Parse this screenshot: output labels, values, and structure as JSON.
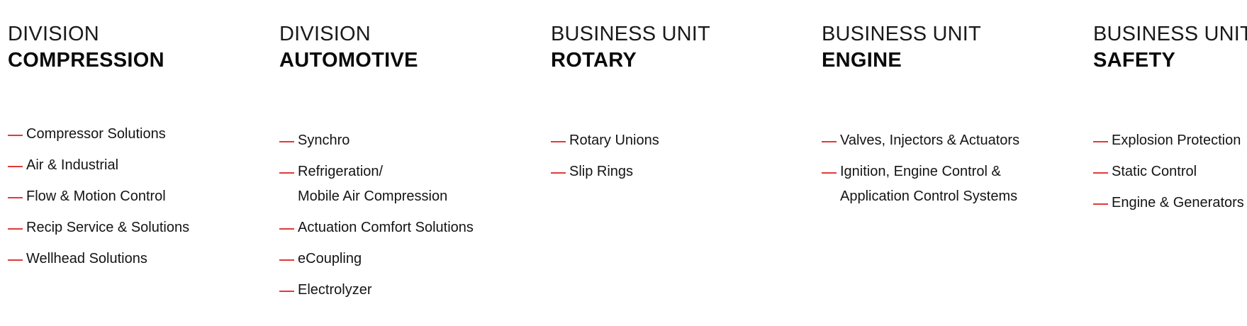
{
  "units": [
    {
      "kind": "DIVISION",
      "name": "COMPRESSION",
      "items": [
        "Compressor Solutions",
        "Air & Industrial",
        "Flow & Motion Control",
        "Recip Service & Solutions",
        "Wellhead Solutions"
      ]
    },
    {
      "kind": "DIVISION",
      "name": "AUTOMOTIVE",
      "items": [
        "Synchro",
        "Refrigeration/\nMobile Air Compression",
        "Actuation Comfort Solutions",
        "eCoupling",
        "Electrolyzer"
      ]
    },
    {
      "kind": "BUSINESS UNIT",
      "name": "ROTARY",
      "items": [
        "Rotary Unions",
        "Slip Rings"
      ]
    },
    {
      "kind": "BUSINESS UNIT",
      "name": "ENGINE",
      "items": [
        "Valves, Injectors & Actuators",
        "Ignition, Engine Control &\nApplication Control Systems"
      ]
    },
    {
      "kind": "BUSINESS UNIT",
      "name": "SAFETY",
      "items": [
        "Explosion Protection",
        "Static Control",
        "Engine & Generators"
      ]
    }
  ],
  "colors": {
    "accent_dash": "#e03a3a",
    "text": "#111111",
    "background": "#ffffff"
  }
}
